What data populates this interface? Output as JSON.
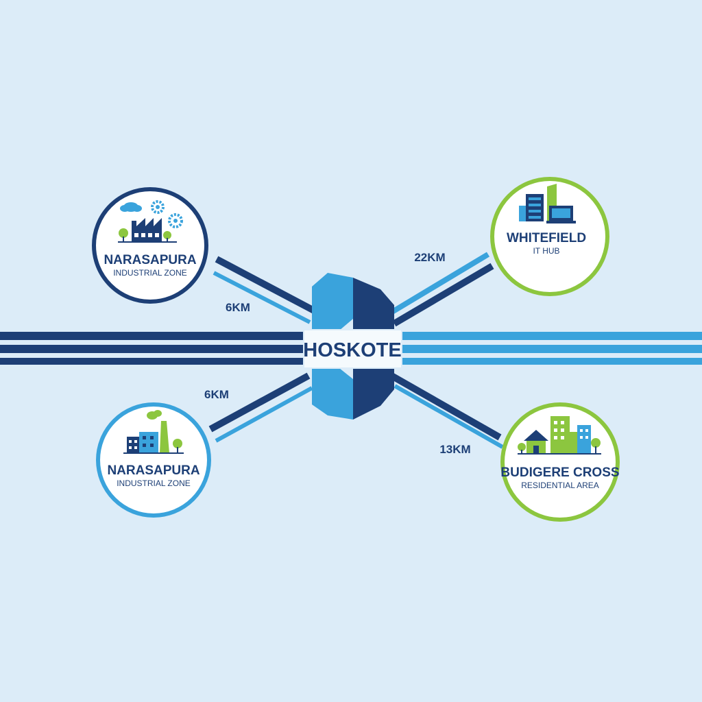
{
  "hub": {
    "label": "HOSKOTE"
  },
  "nodes": {
    "top_left": {
      "title": "NARASAPURA",
      "subtitle": "INDUSTRIAL ZONE",
      "distance": "6KM",
      "icon": "factory-gears-icon"
    },
    "bottom_left": {
      "title": "NARASAPURA",
      "subtitle": "INDUSTRIAL ZONE",
      "distance": "6KM",
      "icon": "factory-chimney-icon"
    },
    "top_right": {
      "title": "WHITEFIELD",
      "subtitle": "IT HUB",
      "distance": "22KM",
      "icon": "server-laptop-icon"
    },
    "bottom_right": {
      "title": "BUDIGERE CROSS",
      "subtitle": "RESIDENTIAL AREA",
      "distance": "13KM",
      "icon": "houses-buildings-icon"
    }
  },
  "colors": {
    "navy": "#1d3f76",
    "sky": "#3aa3dc",
    "green": "#8cc63f",
    "background": "#dcecf8"
  }
}
